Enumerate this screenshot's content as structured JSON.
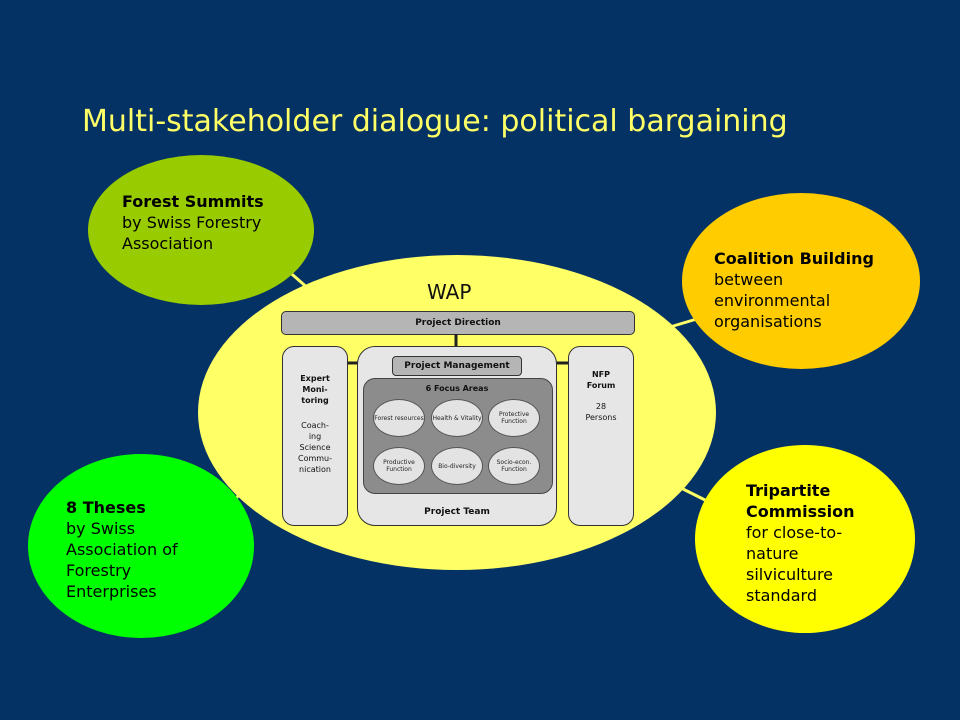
{
  "title": "Multi-stakeholder dialogue: political bargaining",
  "colors": {
    "background": "#053264",
    "title": "#ffff66",
    "wap": "#ffff66",
    "forest": "#99cc00",
    "coalition": "#ffcc00",
    "theses": "#00ff00",
    "tripartite": "#ffff00"
  },
  "wap": {
    "label": "WAP",
    "project_direction": "Project Direction",
    "expert": {
      "title_lines": [
        "Expert",
        "Moni-",
        "toring"
      ],
      "body_lines": [
        "Coach-",
        "ing",
        "Science",
        "Commu-",
        "nication"
      ]
    },
    "nfp": {
      "title_lines": [
        "NFP",
        "Forum"
      ],
      "body_lines": [
        "28",
        "Persons"
      ]
    },
    "project_management": "Project Management",
    "focus_areas_title": "6 Focus Areas",
    "focus_areas": [
      "Forest resources",
      "Health & Vitality",
      "Protective Function",
      "Productive Function",
      "Bio-diversity",
      "Socio-econ. Function"
    ],
    "project_team": "Project Team"
  },
  "stakeholders": {
    "forest_summits": {
      "bold": "Forest Summits",
      "lines": [
        "by Swiss Forestry",
        "Association"
      ]
    },
    "coalition": {
      "bold": "Coalition Building",
      "lines": [
        "between",
        "environmental",
        "organisations"
      ]
    },
    "theses": {
      "bold": "8 Theses",
      "lines": [
        "by Swiss",
        "Association of",
        "Forestry",
        "Enterprises"
      ]
    },
    "tripartite": {
      "bold_lines": [
        "Tripartite",
        "Commission"
      ],
      "lines": [
        "for close-to-",
        "nature",
        "silviculture",
        "standard"
      ]
    }
  }
}
